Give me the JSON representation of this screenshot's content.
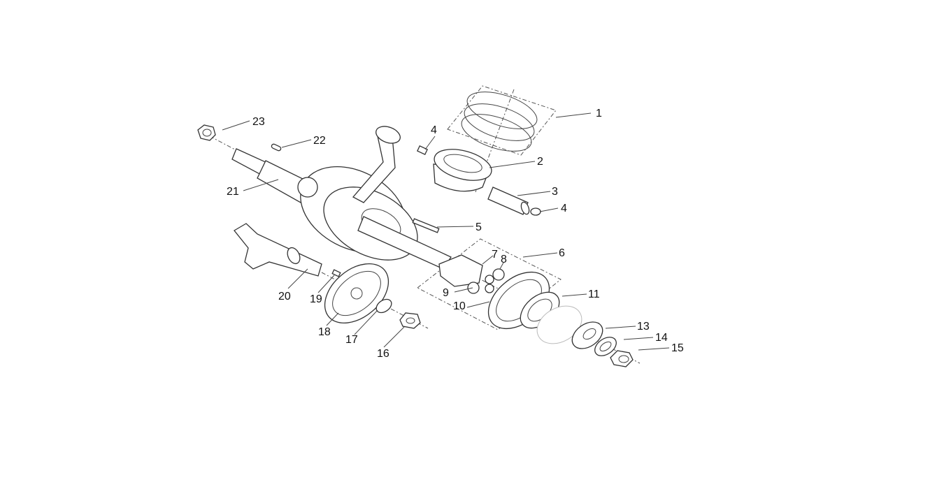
{
  "diagram": {
    "type": "exploded-parts-view",
    "callouts": [
      "1",
      "2",
      "3",
      "4",
      "4",
      "5",
      "6",
      "7",
      "8",
      "9",
      "10",
      "11",
      "13",
      "14",
      "15",
      "16",
      "17",
      "18",
      "19",
      "20",
      "21",
      "22",
      "23"
    ]
  }
}
